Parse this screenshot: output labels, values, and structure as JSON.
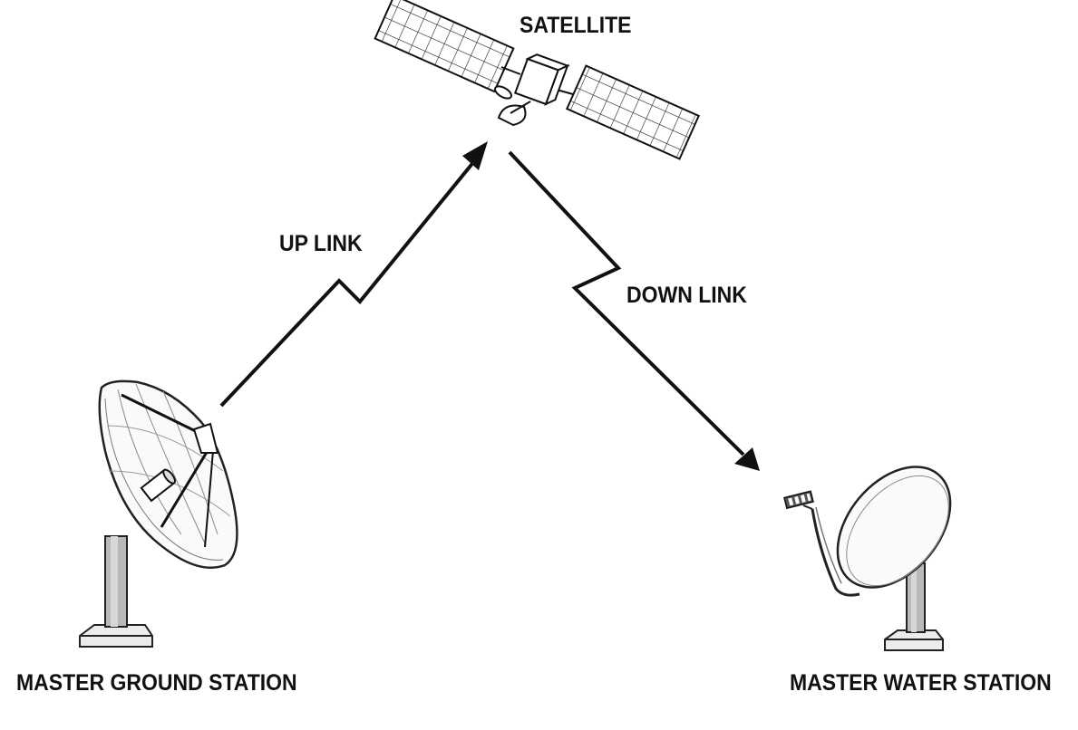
{
  "labels": {
    "satellite": "SATELLITE",
    "uplink": "UP LINK",
    "downlink": "DOWN LINK",
    "ground_station": "MASTER GROUND STATION",
    "water_station": "MASTER WATER STATION"
  },
  "colors": {
    "ink": "#111111",
    "mast": "#b9b9b9",
    "background": "#ffffff"
  },
  "icons": {
    "satellite": "satellite-icon",
    "ground_dish": "ground-dish-icon",
    "water_dish": "water-dish-icon"
  }
}
